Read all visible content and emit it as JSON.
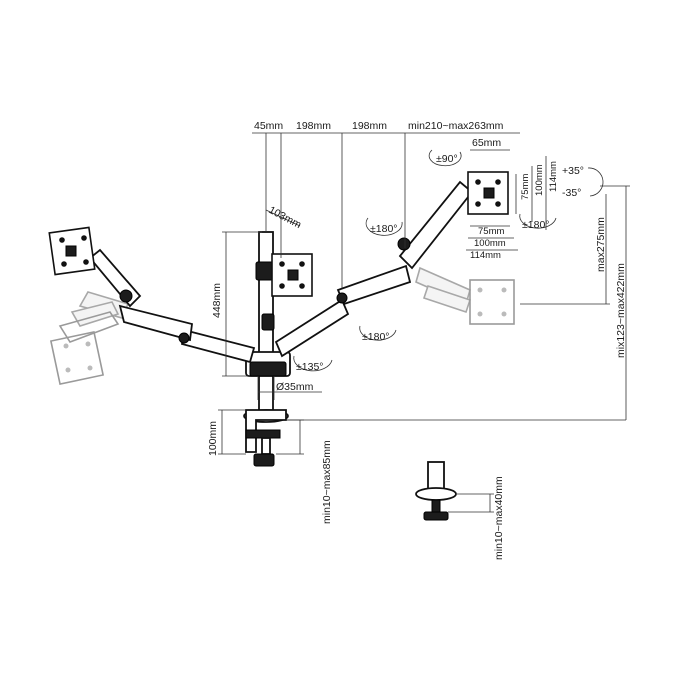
{
  "dimensions": {
    "top_45": "45mm",
    "top_198a": "198mm",
    "top_198b": "198mm",
    "top_range": "min210~max263mm",
    "d65": "65mm",
    "d103": "103mm",
    "d448": "448mm",
    "d35": "Ø35mm",
    "d100": "100mm",
    "clamp_range": "min10~max85mm",
    "grommet_range": "min10~max40mm",
    "h275": "max275mm",
    "h_range": "mix123~max422mm",
    "v75": "75mm",
    "v100": "100mm",
    "v114": "114mm",
    "b75": "75mm",
    "b100": "100mm",
    "b114": "114mm"
  },
  "rotations": {
    "r90": "±90°",
    "r180_left": "±180°",
    "r180_right": "±180°",
    "r180_mid": "±180°",
    "r135": "±135°",
    "tilt_up": "+35°",
    "tilt_down": "-35°"
  }
}
